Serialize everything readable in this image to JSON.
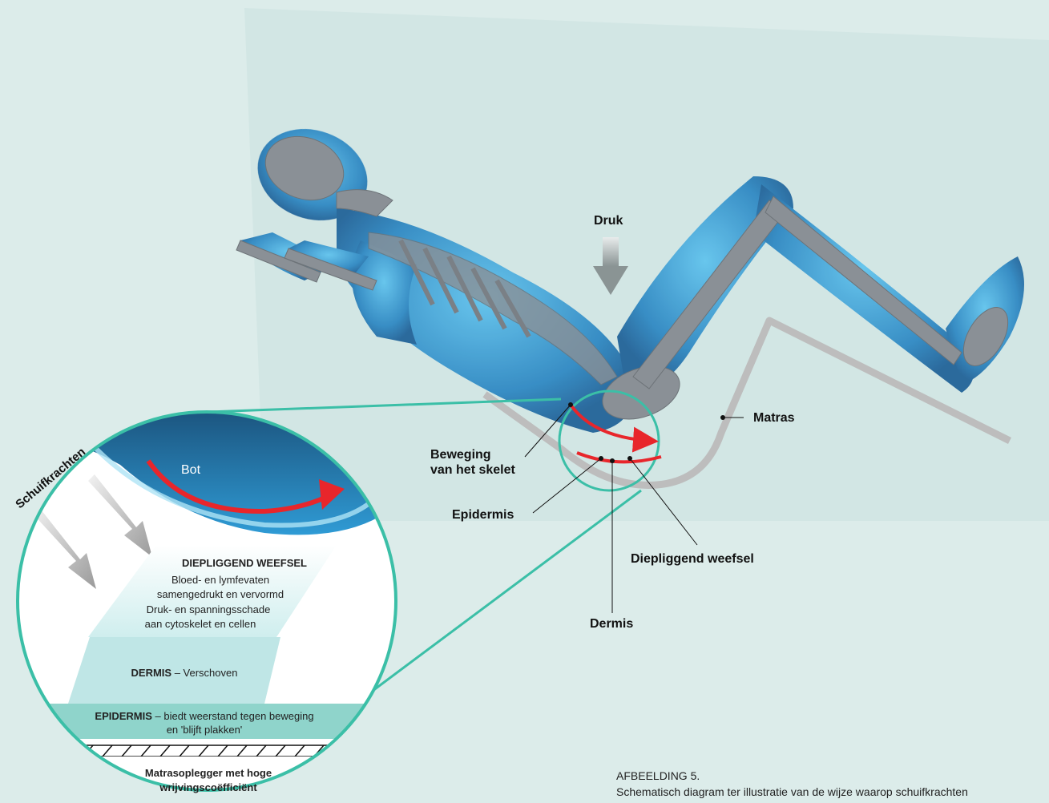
{
  "labels": {
    "druk": "Druk",
    "matras": "Matras",
    "beweging_line1": "Beweging",
    "beweging_line2": "van het skelet",
    "epidermis": "Epidermis",
    "diepliggend": "Diepliggend weefsel",
    "dermis": "Dermis",
    "bot": "Bot",
    "schuifkrachten": "Schuifkrachten"
  },
  "zoom": {
    "diep_title": "DIEPLIGGEND WEEFSEL",
    "diep_line1": "Bloed- en lymfevaten",
    "diep_line2": "samengedrukt en vervormd",
    "diep_line3": "Druk- en spanningsschade",
    "diep_line4": "aan cytoskelet en cellen",
    "dermis_title": "DERMIS",
    "dermis_text": "– Verschoven",
    "epi_title": "EPIDERMIS",
    "epi_text1": "– biedt weerstand tegen beweging",
    "epi_text2": "en 'blijft plakken'",
    "matras_line1": "Matrasoplegger met hoge",
    "matras_line2": "wrijvingscoëfficiënt"
  },
  "caption": {
    "line1": "AFBEELDING 5.",
    "line2": "Schematisch diagram ter illustratie van de wijze waarop schuifkrachten"
  },
  "colors": {
    "background": "#dcecea",
    "panel": "#d2e6e4",
    "teal": "#3bbfa7",
    "body_blue": "#2e8fc8",
    "bone": "#8a9096",
    "arrow_red": "#e8262b",
    "mattress": "#bdbdbd"
  }
}
